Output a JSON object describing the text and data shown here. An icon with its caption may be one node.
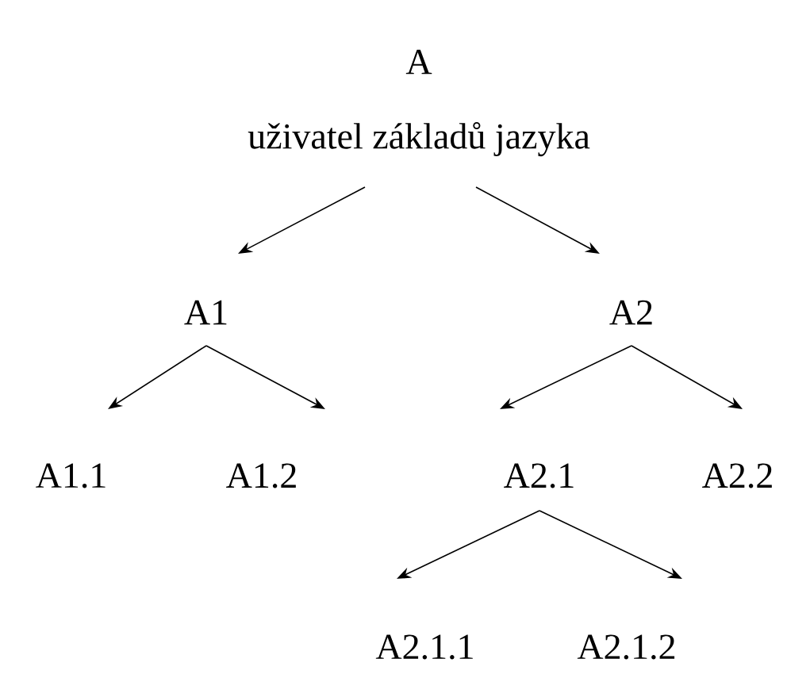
{
  "diagram": {
    "nodes": [
      {
        "text": [
          "A",
          "uživatel základů jazyka"
        ]
      },
      {
        "text": [
          "A1"
        ]
      },
      {
        "text": [
          "A2"
        ]
      },
      {
        "text": [
          "A1.1"
        ]
      },
      {
        "text": [
          "A1.2"
        ]
      },
      {
        "text": [
          "A2.1"
        ]
      },
      {
        "text": [
          "A2.2"
        ]
      },
      {
        "text": [
          "A2.1.1"
        ]
      },
      {
        "text": [
          "A2.1.2"
        ]
      }
    ],
    "edges": [
      {
        "from": 0,
        "to": 1,
        "arrow": "to"
      },
      {
        "from": 0,
        "to": 2,
        "arrow": "to"
      },
      {
        "from": 1,
        "to": 3,
        "arrow": "to"
      },
      {
        "from": 1,
        "to": 4,
        "arrow": "to"
      },
      {
        "from": 2,
        "to": 5,
        "arrow": "to"
      },
      {
        "from": 2,
        "to": 6,
        "arrow": "to"
      },
      {
        "from": 5,
        "to": 7,
        "arrow": "to"
      },
      {
        "from": 5,
        "to": 8,
        "arrow": "to"
      }
    ]
  }
}
